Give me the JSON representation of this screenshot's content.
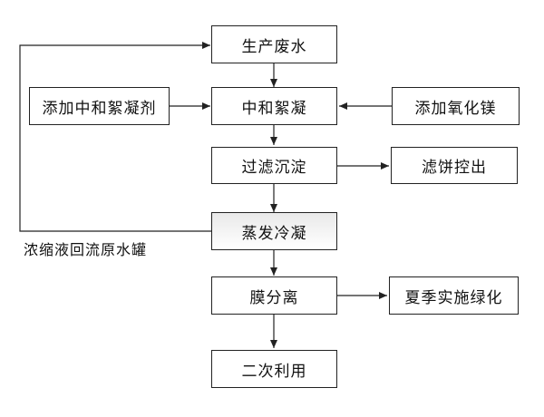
{
  "diagram": {
    "nodes": {
      "wastewater": "生产废水",
      "neutralize": "中和絮凝",
      "add_agent": "添加中和絮凝剂",
      "add_oxide": "添加氧化镁",
      "sediment": "过滤沉淀",
      "filter_cake": "滤饼控出",
      "evaporate": "蒸发冷凝",
      "membrane": "膜分离",
      "greening": "夏季实施绿化",
      "reuse": "二次利用"
    },
    "return_label": "浓缩液回流原水罐",
    "colors": {
      "line": "#222222",
      "box_border": "#222222"
    }
  }
}
